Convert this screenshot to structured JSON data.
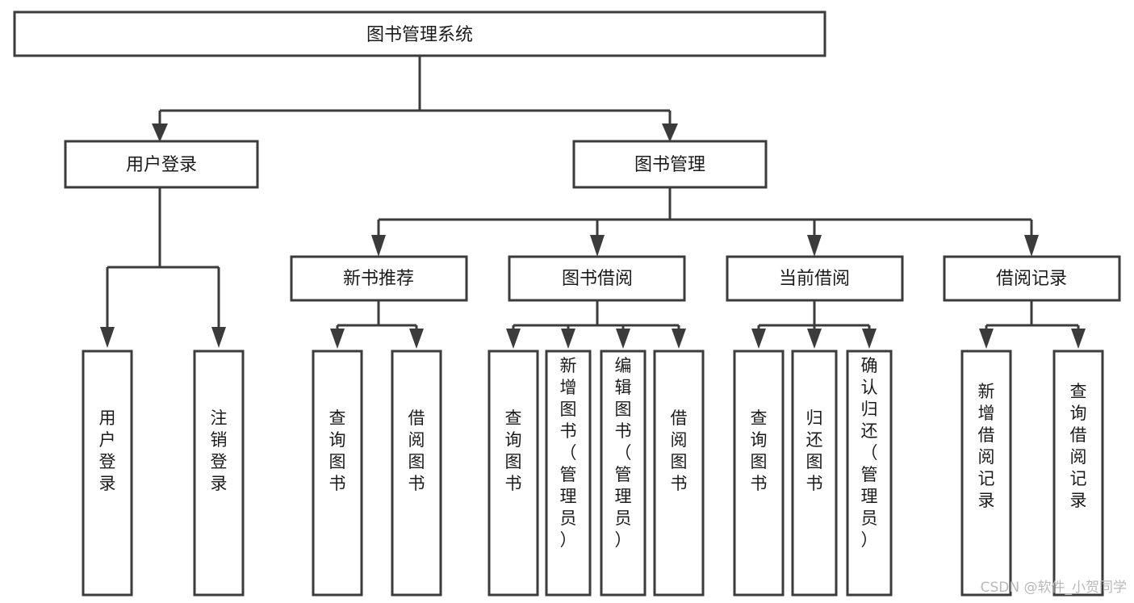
{
  "diagram": {
    "type": "tree-hierarchy",
    "title": "图书管理系统",
    "root": {
      "label": "图书管理系统",
      "orientation": "horizontal"
    },
    "level1": [
      {
        "label": "用户登录",
        "orientation": "horizontal"
      },
      {
        "label": "图书管理",
        "orientation": "horizontal"
      }
    ],
    "level2": [
      {
        "label": "新书推荐",
        "orientation": "horizontal",
        "parent": "图书管理"
      },
      {
        "label": "图书借阅",
        "orientation": "horizontal",
        "parent": "图书管理"
      },
      {
        "label": "当前借阅",
        "orientation": "horizontal",
        "parent": "图书管理"
      },
      {
        "label": "借阅记录",
        "orientation": "horizontal",
        "parent": "图书管理"
      }
    ],
    "leaves": {
      "用户登录": [
        {
          "label": "用户登录",
          "orientation": "vertical"
        },
        {
          "label": "注销登录",
          "orientation": "vertical"
        }
      ],
      "新书推荐": [
        {
          "label": "查询图书",
          "orientation": "vertical"
        },
        {
          "label": "借阅图书",
          "orientation": "vertical"
        }
      ],
      "图书借阅": [
        {
          "label": "查询图书",
          "orientation": "vertical"
        },
        {
          "label": "新增图书（管理员）",
          "orientation": "vertical"
        },
        {
          "label": "编辑图书（管理员）",
          "orientation": "vertical"
        },
        {
          "label": "借阅图书",
          "orientation": "vertical"
        }
      ],
      "当前借阅": [
        {
          "label": "查询图书",
          "orientation": "vertical"
        },
        {
          "label": "归还图书",
          "orientation": "vertical"
        },
        {
          "label": "确认归还（管理员）",
          "orientation": "vertical"
        }
      ],
      "借阅记录": [
        {
          "label": "新增借阅记录",
          "orientation": "vertical"
        },
        {
          "label": "查询借阅记录",
          "orientation": "vertical"
        }
      ]
    }
  },
  "watermark": {
    "text": "CSDN @软件_小贺同学"
  },
  "colors": {
    "background": "#ffffff",
    "stroke": "#3b3b3b",
    "text": "#1b1b1b",
    "watermark": "#b9b9b9"
  }
}
